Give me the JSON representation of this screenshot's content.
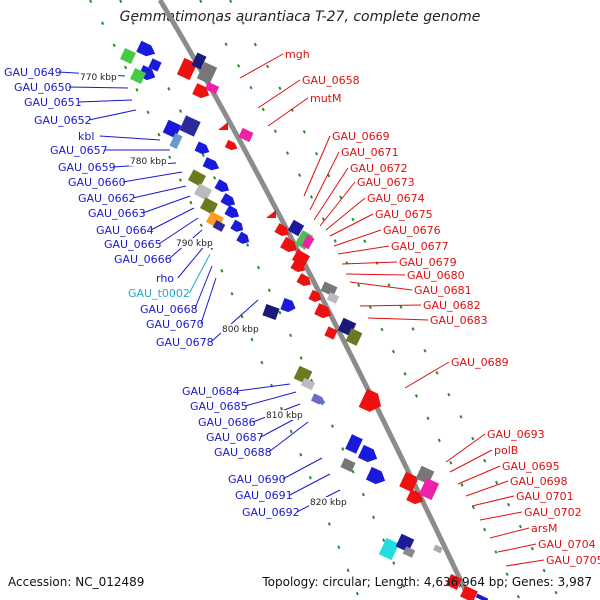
{
  "title": "Gemmatimonas aurantiaca T-27, complete genome",
  "footer": {
    "accession": "Accession: NC_012489",
    "topology": "Topology: circular; Length: 4,636,964 bp; Genes: 3,987"
  },
  "colors": {
    "backbone": "#8c8c8c",
    "left_label": "#1a1acc",
    "right_label": "#dd1111",
    "rna_label": "#22aacc",
    "kbp_label": "#222222",
    "grid_dash": "#2a8a2a"
  },
  "kbp_marks": [
    "770 kbp",
    "780 kbp",
    "790 kbp",
    "800 kbp",
    "810 kbp",
    "820 kbp"
  ],
  "left_labels": [
    {
      "text": "GAU_0649",
      "type": "gene"
    },
    {
      "text": "GAU_0650",
      "type": "gene"
    },
    {
      "text": "GAU_0651",
      "type": "gene"
    },
    {
      "text": "GAU_0652",
      "type": "gene"
    },
    {
      "text": "kbl",
      "type": "gene"
    },
    {
      "text": "GAU_0657",
      "type": "gene"
    },
    {
      "text": "GAU_0659",
      "type": "gene"
    },
    {
      "text": "GAU_0660",
      "type": "gene"
    },
    {
      "text": "GAU_0662",
      "type": "gene"
    },
    {
      "text": "GAU_0663",
      "type": "gene"
    },
    {
      "text": "GAU_0664",
      "type": "gene"
    },
    {
      "text": "GAU_0665",
      "type": "gene"
    },
    {
      "text": "GAU_0666",
      "type": "gene"
    },
    {
      "text": "rho",
      "type": "gene"
    },
    {
      "text": "GAU_t0002",
      "type": "rna"
    },
    {
      "text": "GAU_0668",
      "type": "gene"
    },
    {
      "text": "GAU_0670",
      "type": "gene"
    },
    {
      "text": "GAU_0678",
      "type": "gene"
    },
    {
      "text": "GAU_0684",
      "type": "gene"
    },
    {
      "text": "GAU_0685",
      "type": "gene"
    },
    {
      "text": "GAU_0686",
      "type": "gene"
    },
    {
      "text": "GAU_0687",
      "type": "gene"
    },
    {
      "text": "GAU_0688",
      "type": "gene"
    },
    {
      "text": "GAU_0690",
      "type": "gene"
    },
    {
      "text": "GAU_0691",
      "type": "gene"
    },
    {
      "text": "GAU_0692",
      "type": "gene"
    }
  ],
  "right_labels": [
    {
      "text": "mgh"
    },
    {
      "text": "GAU_0658"
    },
    {
      "text": "mutM"
    },
    {
      "text": "GAU_0669"
    },
    {
      "text": "GAU_0671"
    },
    {
      "text": "GAU_0672"
    },
    {
      "text": "GAU_0673"
    },
    {
      "text": "GAU_0674"
    },
    {
      "text": "GAU_0675"
    },
    {
      "text": "GAU_0676"
    },
    {
      "text": "GAU_0677"
    },
    {
      "text": "GAU_0679"
    },
    {
      "text": "GAU_0680"
    },
    {
      "text": "GAU_0681"
    },
    {
      "text": "GAU_0682"
    },
    {
      "text": "GAU_0683"
    },
    {
      "text": "GAU_0689"
    },
    {
      "text": "GAU_0693"
    },
    {
      "text": "polB"
    },
    {
      "text": "GAU_0695"
    },
    {
      "text": "GAU_0698"
    },
    {
      "text": "GAU_0701"
    },
    {
      "text": "GAU_0702"
    },
    {
      "text": "arsM"
    },
    {
      "text": "GAU_0704"
    },
    {
      "text": "GAU_0705"
    }
  ]
}
